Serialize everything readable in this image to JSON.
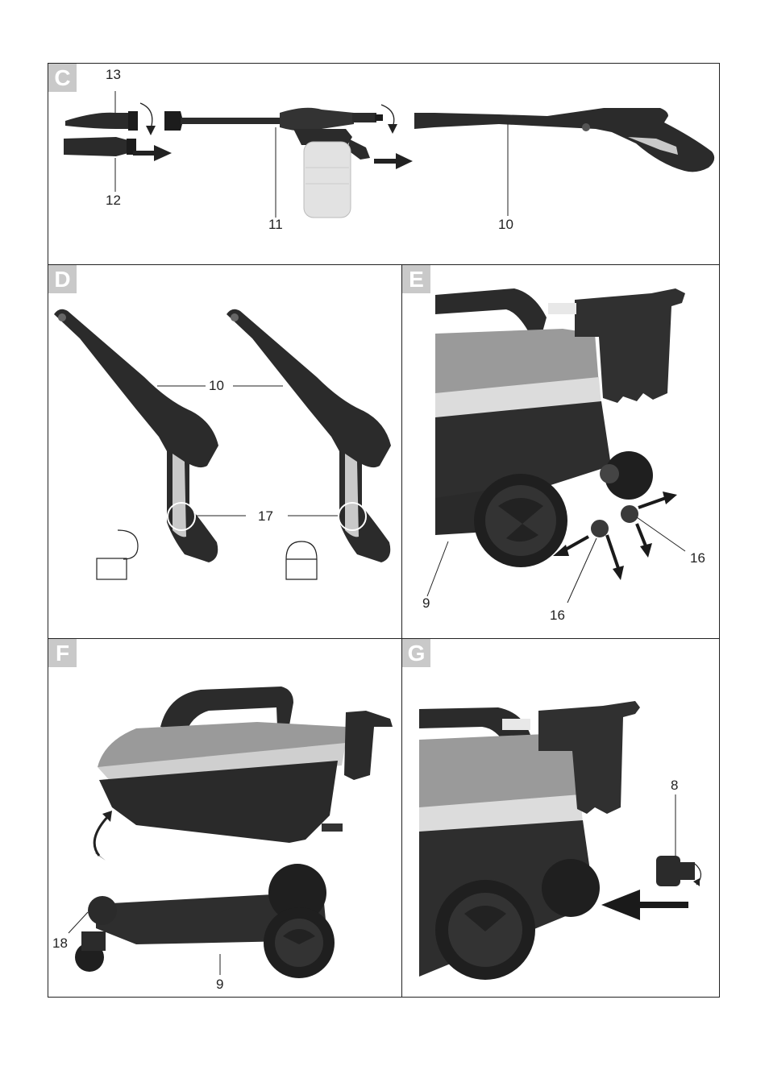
{
  "panels": {
    "c": {
      "tag": "C",
      "labels": {
        "l13": "13",
        "l12": "12",
        "l11": "11",
        "l10": "10"
      }
    },
    "d": {
      "tag": "D",
      "labels": {
        "l10": "10",
        "l17": "17"
      }
    },
    "e": {
      "tag": "E",
      "labels": {
        "l9": "9",
        "l16a": "16",
        "l16b": "16"
      }
    },
    "f": {
      "tag": "F",
      "labels": {
        "l18": "18",
        "l9": "9"
      }
    },
    "g": {
      "tag": "G",
      "labels": {
        "l8": "8"
      }
    }
  },
  "colors": {
    "tag_bg": "#c9c9c9",
    "frame": "#222222",
    "device_dark": "#2b2b2b",
    "device_mid": "#8a8a8a",
    "device_light": "#d9d9d9"
  }
}
